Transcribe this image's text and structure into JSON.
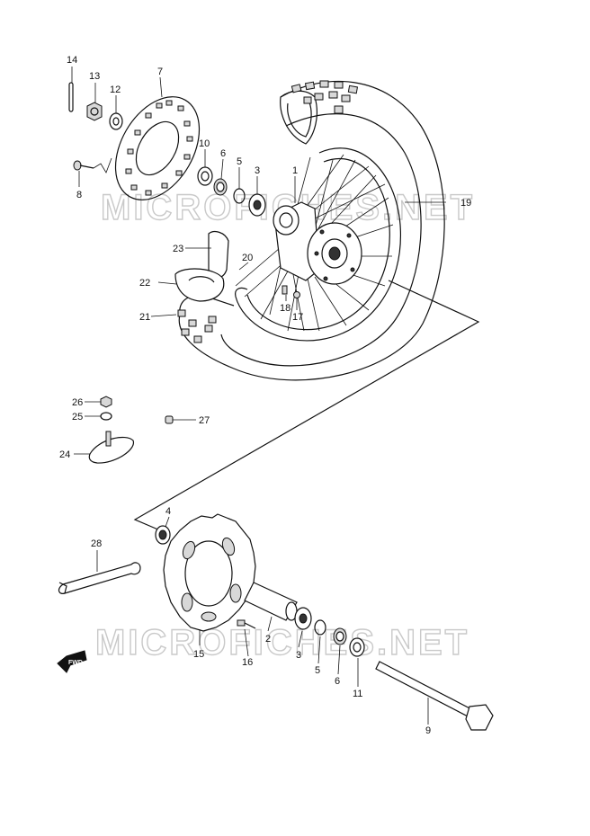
{
  "watermark": "MICROFICHES.NET",
  "fwd_label": "FWD",
  "callouts": {
    "c1": "1",
    "c2": "2",
    "c3a": "3",
    "c3b": "3",
    "c4": "4",
    "c5a": "5",
    "c5b": "5",
    "c6a": "6",
    "c6b": "6",
    "c7": "7",
    "c8": "8",
    "c9": "9",
    "c10": "10",
    "c11": "11",
    "c12": "12",
    "c13": "13",
    "c14": "14",
    "c15": "15",
    "c16": "16",
    "c17": "17",
    "c18": "18",
    "c19": "19",
    "c20": "20",
    "c21": "21",
    "c22": "22",
    "c23": "23",
    "c24": "24",
    "c25": "25",
    "c26": "26",
    "c27": "27",
    "c28": "28"
  }
}
